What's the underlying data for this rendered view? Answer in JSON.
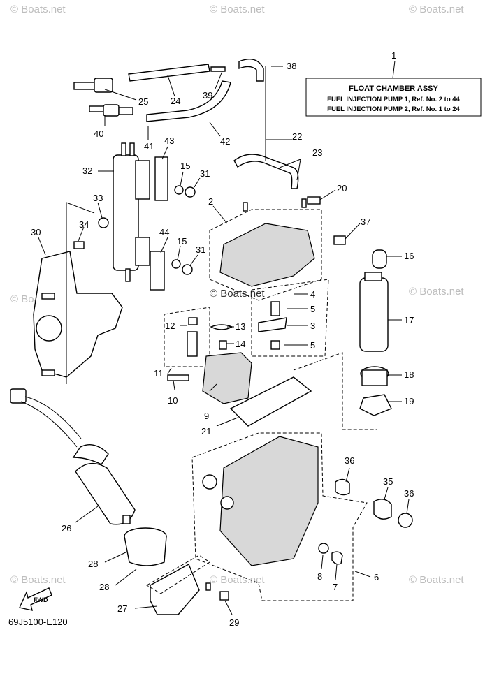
{
  "watermark": "© Boats.net",
  "assembly_box": {
    "ref": "1",
    "title": "FLOAT CHAMBER ASSY",
    "line1": "FUEL INJECTION PUMP 1,  Ref. No. 2 to 44",
    "line2": "FUEL INJECTION PUMP 2,  Ref. No. 1 to 24"
  },
  "fwd_label": "FWD",
  "diagram_code": "69J5100-E120",
  "callouts": [
    "38",
    "25",
    "24",
    "39",
    "40",
    "41",
    "42",
    "43",
    "22",
    "23",
    "32",
    "15",
    "31",
    "20",
    "33",
    "2",
    "34",
    "37",
    "30",
    "44",
    "15",
    "31",
    "16",
    "4",
    "5",
    "12",
    "13",
    "3",
    "14",
    "5",
    "17",
    "11",
    "10",
    "9",
    "18",
    "19",
    "21",
    "36",
    "35",
    "36",
    "26",
    "28",
    "28",
    "8",
    "7",
    "6",
    "27",
    "29"
  ]
}
